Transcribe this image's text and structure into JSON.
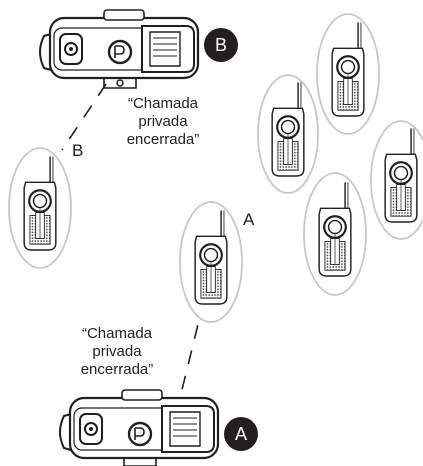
{
  "top_radio": {
    "badge": "B",
    "caption": "“Chamada\nprivada\nencerrada”"
  },
  "bottom_radio": {
    "badge": "A",
    "caption": "“Chamada\nprivada\nencerrada”"
  },
  "handhelds": {
    "label_b": "B",
    "label_a": "A"
  },
  "colors": {
    "outline": "#231f20",
    "ellipse": "#c8c8c8",
    "badge_bg": "#231f20",
    "badge_text": "#ffffff"
  },
  "icons": [
    "topdown-radio-icon",
    "handheld-radio-icon",
    "private-call-icon",
    "power-button-icon"
  ]
}
